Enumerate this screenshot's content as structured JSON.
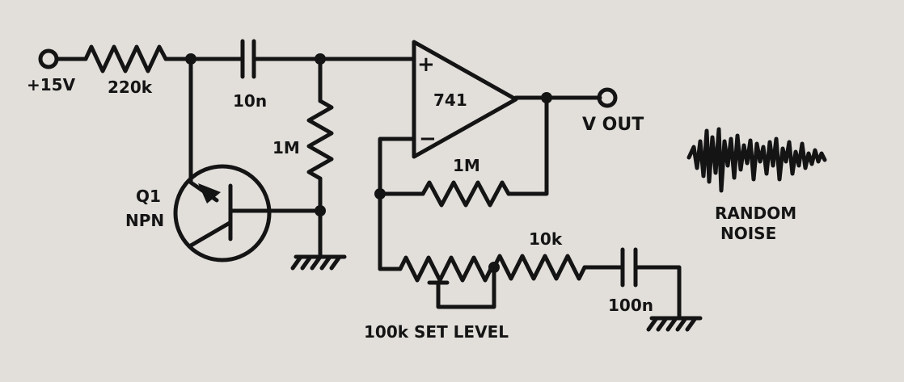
{
  "labels": {
    "supply": "+15V",
    "r_supply": "220k",
    "c_coupling": "10n",
    "r_bias": "1M",
    "opamp": "741",
    "opamp_plus": "+",
    "opamp_minus": "−",
    "output": "V OUT",
    "r_feedback": "1M",
    "transistor_ref": "Q1",
    "transistor_type": "NPN",
    "r_series": "10k",
    "c_ground": "100n",
    "pot": "100k SET LEVEL",
    "caption_line1": "RANDOM",
    "caption_line2": "NOISE"
  }
}
